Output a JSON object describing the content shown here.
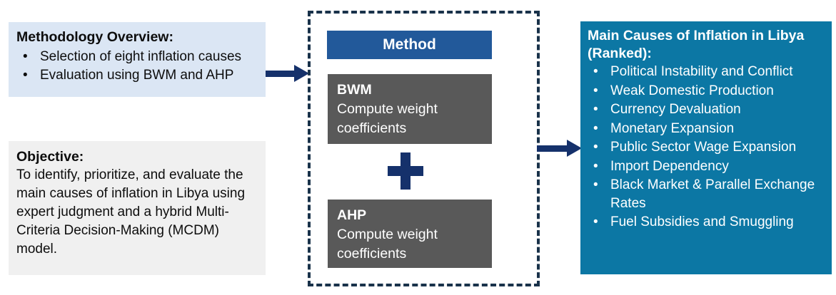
{
  "diagram": {
    "colors": {
      "light_blue_box": "#dbe6f4",
      "light_gray_box": "#f0f0f0",
      "method_header_blue": "#22599a",
      "method_card_gray": "#595959",
      "results_teal": "#0c77a4",
      "arrow_navy": "#15316b",
      "dashed_border": "#19324a"
    },
    "methodology": {
      "heading": "Methodology Overview:",
      "items": [
        "Selection of eight inflation causes",
        "Evaluation using BWM and AHP"
      ]
    },
    "objective": {
      "heading": "Objective:",
      "body": "To identify, prioritize, and evaluate the main causes of inflation in Libya using expert judgment and a hybrid Multi-Criteria Decision-Making (MCDM) model."
    },
    "method": {
      "header_label": "Method",
      "operator": "plus-sign",
      "cards": [
        {
          "title": "BWM",
          "description": "Compute weight coefficients"
        },
        {
          "title": "AHP",
          "description": "Compute weight coefficients"
        }
      ]
    },
    "results": {
      "heading": "Main Causes of Inflation in Libya (Ranked):",
      "items": [
        "Political Instability and Conflict",
        "Weak Domestic Production",
        "Currency Devaluation",
        "Monetary Expansion",
        "Public Sector Wage Expansion",
        "Import Dependency",
        "Black Market & Parallel Exchange Rates",
        "Fuel Subsidies and Smuggling"
      ]
    },
    "arrows": [
      {
        "name": "methodology-to-method",
        "direction": "right"
      },
      {
        "name": "method-to-results",
        "direction": "right"
      }
    ]
  }
}
